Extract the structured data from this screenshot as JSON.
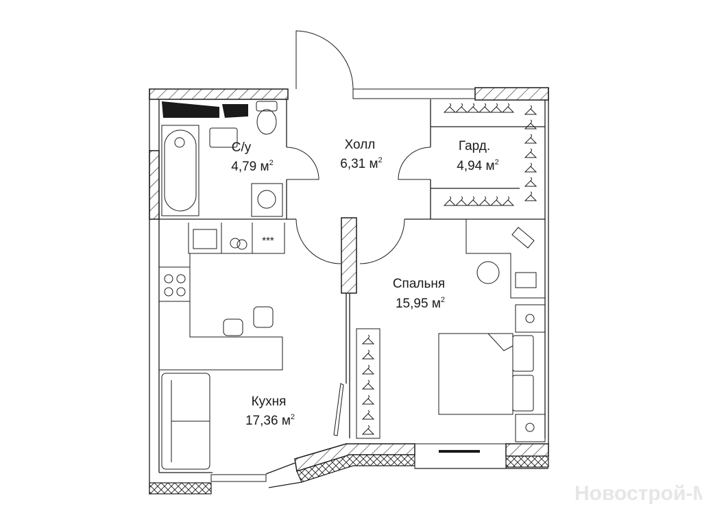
{
  "plan": {
    "rooms": [
      {
        "id": "bathroom",
        "name": "С/у",
        "area": "4,79",
        "unit": "м",
        "power": "2"
      },
      {
        "id": "hall",
        "name": "Холл",
        "area": "6,31",
        "unit": "м",
        "power": "2"
      },
      {
        "id": "wardrobe",
        "name": "Гард.",
        "area": "4,94",
        "unit": "м",
        "power": "2"
      },
      {
        "id": "bedroom",
        "name": "Спальня",
        "area": "15,95",
        "unit": "м",
        "power": "2"
      },
      {
        "id": "kitchen",
        "name": "Кухня",
        "area": "17,36",
        "unit": "м",
        "power": "2"
      }
    ],
    "stove_symbol": "***"
  },
  "watermark": "Новострой-М"
}
